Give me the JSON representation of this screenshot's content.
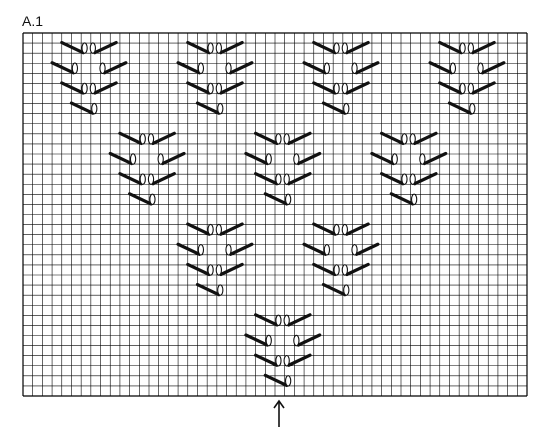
{
  "chart": {
    "title": "A.1",
    "grid": {
      "columns": 52,
      "rows": 36
    },
    "motifs": [
      {
        "row": 0,
        "col": 2
      },
      {
        "row": 0,
        "col": 15
      },
      {
        "row": 0,
        "col": 28
      },
      {
        "row": 0,
        "col": 41
      },
      {
        "row": 9,
        "col": 8
      },
      {
        "row": 9,
        "col": 22
      },
      {
        "row": 9,
        "col": 35
      },
      {
        "row": 18,
        "col": 15
      },
      {
        "row": 18,
        "col": 28
      },
      {
        "row": 27,
        "col": 22
      }
    ],
    "motif_symbols": [
      {
        "dr": 1,
        "dc": 2,
        "type": "left-slant-loop"
      },
      {
        "dr": 1,
        "dc": 5,
        "type": "right-slant-loop"
      },
      {
        "dr": 3,
        "dc": 1,
        "type": "left-slant-loop"
      },
      {
        "dr": 3,
        "dc": 6,
        "type": "right-slant-loop"
      },
      {
        "dr": 5,
        "dc": 2,
        "type": "left-slant-loop"
      },
      {
        "dr": 5,
        "dc": 5,
        "type": "right-slant-loop"
      },
      {
        "dr": 7,
        "dc": 3,
        "type": "left-slant-loop"
      }
    ],
    "symbol_colors": {
      "grid": "#000000",
      "stroke": "#111111",
      "background": "#ffffff"
    }
  },
  "start_arrow": {
    "icon": "up-arrow-icon"
  }
}
